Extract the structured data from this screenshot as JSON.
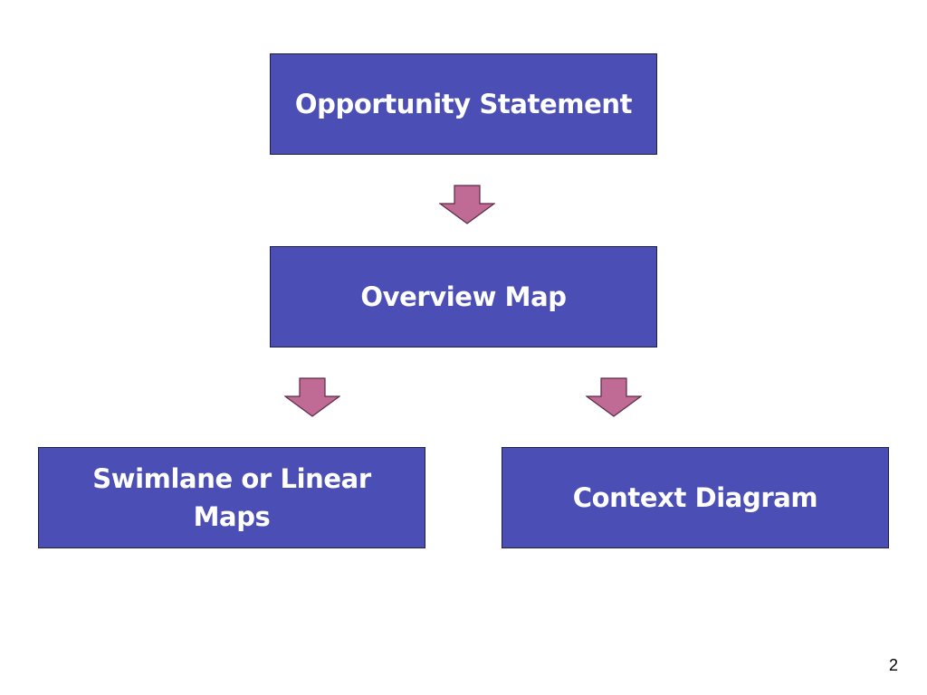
{
  "boxes": {
    "opportunity": "Opportunity Statement",
    "overview": "Overview Map",
    "swimlane_line1": "Swimlane or Linear",
    "swimlane_line2": "Maps",
    "context": "Context Diagram"
  },
  "page_number": "2",
  "colors": {
    "box_fill": "#4a4eb5",
    "box_border": "#1f1f3f",
    "arrow_fill": "#c06a96",
    "arrow_stroke": "#5a2a44"
  }
}
